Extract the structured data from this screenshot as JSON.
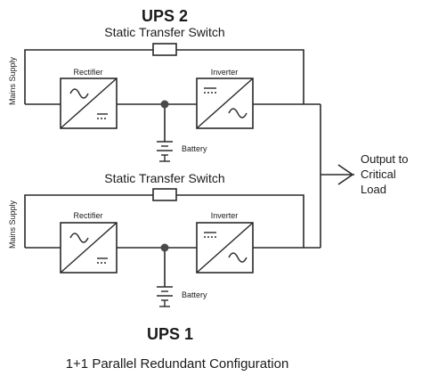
{
  "ups2": {
    "title": "UPS 2",
    "sts_label": "Static Transfer Switch",
    "mains_label": "Mains Supply",
    "rectifier_label": "Rectifier",
    "inverter_label": "Inverter",
    "battery_label": "Battery"
  },
  "ups1": {
    "title": "UPS 1",
    "sts_label": "Static Transfer Switch",
    "mains_label": "Mains Supply",
    "rectifier_label": "Rectifier",
    "inverter_label": "Inverter",
    "battery_label": "Battery"
  },
  "output": {
    "line1": "Output to",
    "line2": "Critical",
    "line3": "Load"
  },
  "caption": "1+1 Parallel Redundant Configuration",
  "icons": {
    "rectifier": "ac-to-dc-icon",
    "inverter": "dc-to-ac-icon",
    "battery": "battery-icon",
    "arrow": "output-arrow-icon"
  }
}
